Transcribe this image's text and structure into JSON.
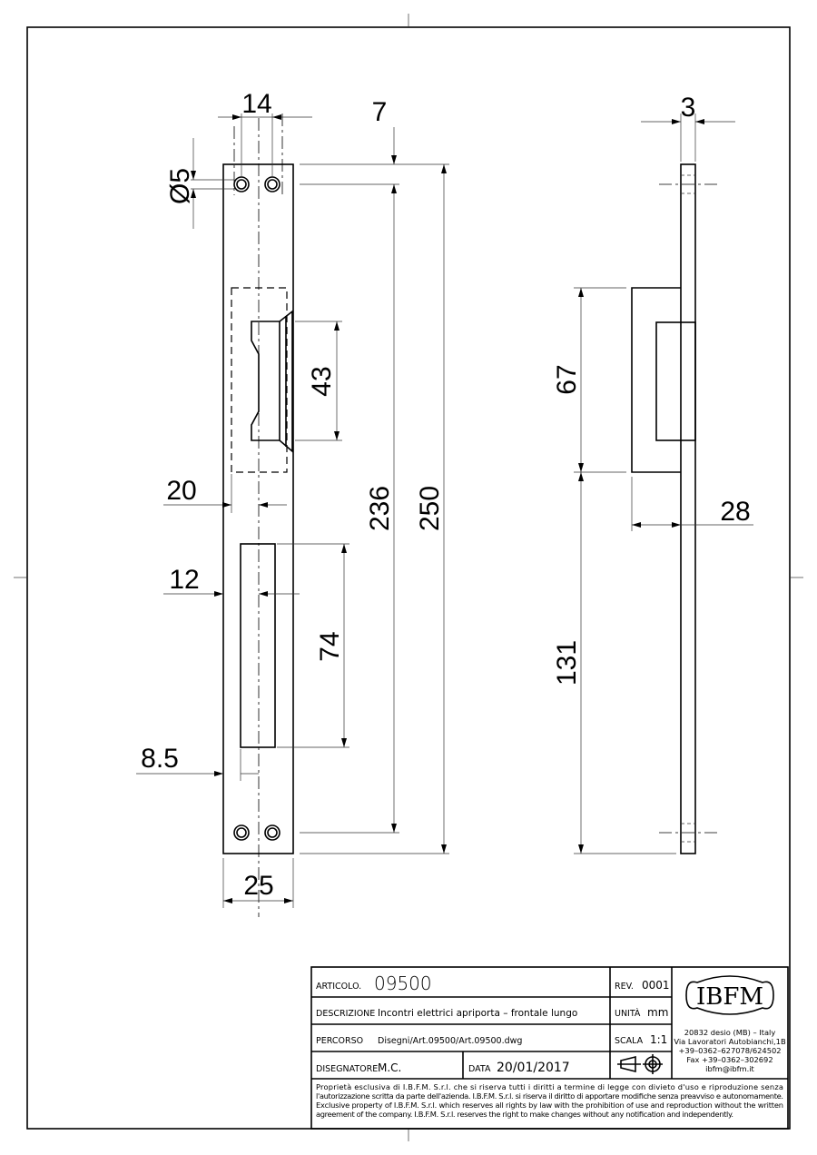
{
  "dimensions": {
    "d14": "14",
    "d7": "7",
    "d3": "3",
    "dhole": "Ø5",
    "d43": "43",
    "d67": "67",
    "d20": "20",
    "d236": "236",
    "d250": "250",
    "d28": "28",
    "d12": "12",
    "d74": "74",
    "d131": "131",
    "d8_5": "8.5",
    "d25": "25"
  },
  "title_block": {
    "articolo_label": "ARTICOLO.",
    "articolo": "09500",
    "rev_label": "REV.",
    "rev": "0001",
    "descrizione_label": "DESCRIZIONE",
    "descrizione": "Incontri elettrici apriporta – frontale lungo",
    "unita_label": "UNITÀ",
    "unita": "mm",
    "percorso_label": "PERCORSO",
    "percorso": "Disegni/Art.09500/Art.09500.dwg",
    "scala_label": "SCALA",
    "scala": "1:1",
    "disegnatore_label": "DISEGNATORE",
    "disegnatore": "M.C.",
    "data_label": "DATA",
    "data": "20/01/2017",
    "logo": "IBFM",
    "address": [
      "20832 desio (MB) – Italy",
      "Via Lavoratori Autobianchi,1B",
      "+39–0362–627078/624502",
      "Fax +39–0362–302692",
      "ibfm@ibfm.it"
    ],
    "disclaimer": [
      "Proprietà esclusiva di I.B.F.M. S.r.l. che si riserva tutti i diritti a termine di legge con divieto d'uso e riproduzione senza",
      "l'autorizzazione scritta da parte dell'azienda. I.B.F.M. S.r.l. si riserva il diritto di apportare modifiche senza preavviso e autonomamente.",
      "Exclusive property of I.B.F.M. S.r.l. which reserves all rights by law with the prohibition of use and reproduction without the written",
      "agreement of the company. I.B.F.M. S.r.l. reserves the right to make changes without any notification and independently."
    ]
  }
}
